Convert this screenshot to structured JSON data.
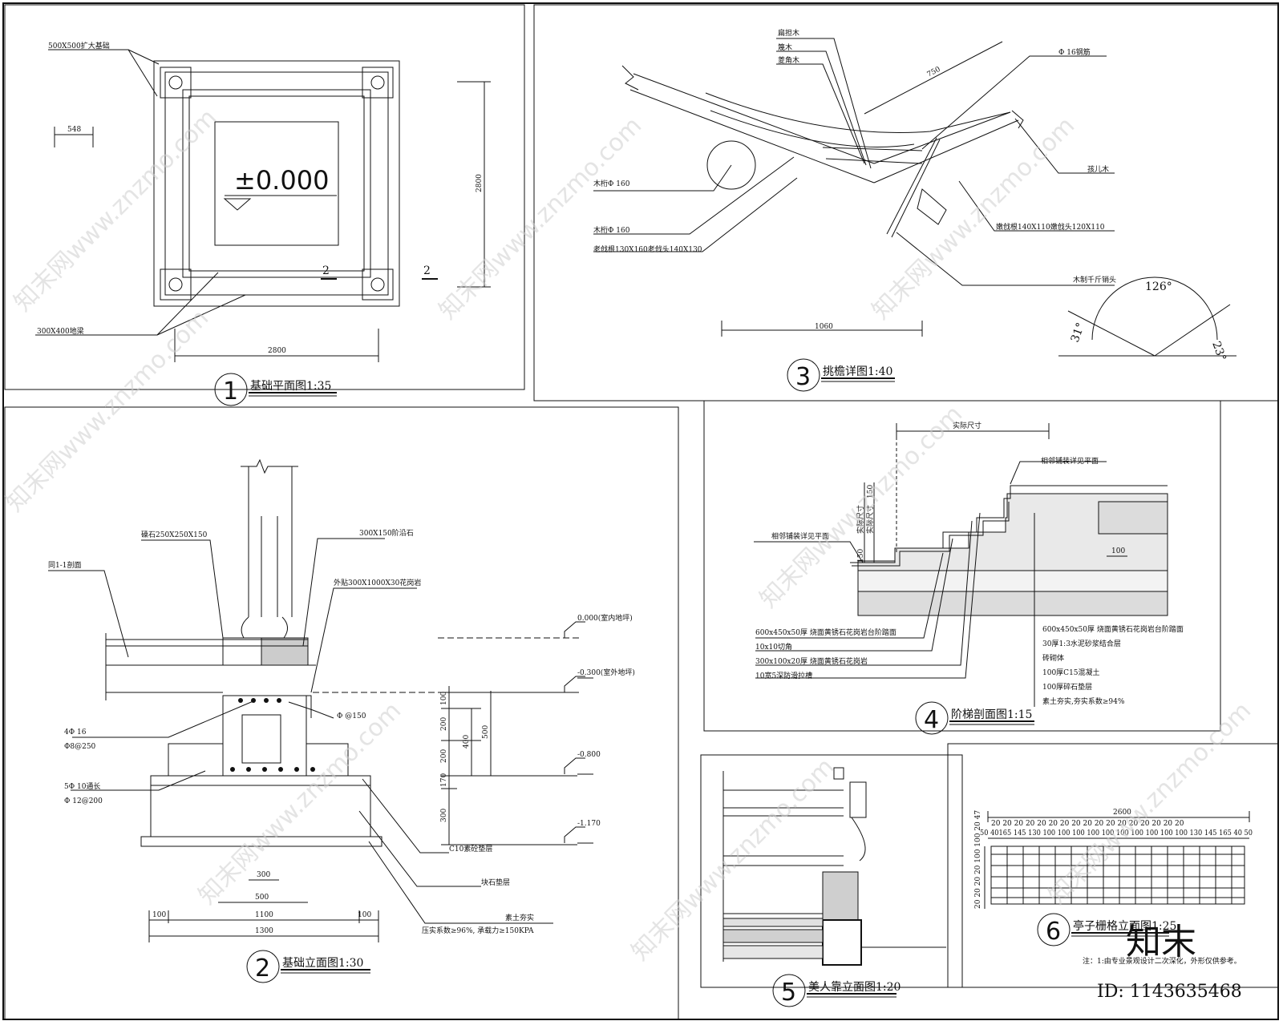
{
  "drawing": {
    "panels": [
      {
        "num": "1",
        "title": "基础平面图1:35"
      },
      {
        "num": "3",
        "title": "挑檐详图1:40"
      },
      {
        "num": "2",
        "title": "基础立面图1:30"
      },
      {
        "num": "4",
        "title": "阶梯剖面图1:15"
      },
      {
        "num": "5",
        "title": "美人靠立面图1:20"
      },
      {
        "num": "6",
        "title": "亭子栅格立面图1:25"
      }
    ],
    "p1": {
      "label_base": "500X500扩大基础",
      "label_beam": "300X400地梁",
      "dim_548": "548",
      "dim_width": "2800",
      "dim_height": "2800",
      "elevation": "±0.000",
      "sec_a": "2",
      "sec_b": "2"
    },
    "p3": {
      "labels": [
        "扁担木",
        "篾木",
        "菱角木",
        "Φ 16钢筋",
        "孩儿木",
        "木桁Φ 160",
        "木桁Φ 160",
        "老戗根130X160老戗头140X130",
        "嫩戗根140X110嫩戗头120X110",
        "木制千斤销头"
      ],
      "dim_750": "750",
      "dim_1060": "1060",
      "angle_126": "126°",
      "angle_31": "31°",
      "angle_23": "23°"
    },
    "p2": {
      "labels_left": [
        "同1-1剖面",
        "磉石250X250X150",
        "4Φ 16",
        "Φ8@250",
        "5Φ 10通长",
        "Φ 12@200"
      ],
      "labels_top": [
        "300X150阶沿石",
        "外贴300X1000X30花岗岩"
      ],
      "label_phi150": "Φ @150",
      "levels": [
        "0.000(室内地坪)",
        "-0.300(室外地坪)",
        "-0.800",
        "-1.170"
      ],
      "vdims": [
        "100",
        "200",
        "200",
        "170",
        "300",
        "400",
        "500"
      ],
      "hdims": [
        "300",
        "500",
        "100",
        "1100",
        "100",
        "1300"
      ],
      "labels_right": [
        "C10素砼垫层",
        "块石垫层",
        "素土夯实"
      ],
      "note": "压实系数≥96%, 承载力≥150KPA"
    },
    "p4": {
      "dim_top": "实际尺寸",
      "label_top_right": "相邻铺装详见平面",
      "label_left": "相邻铺装详见平面",
      "vdims": [
        "150",
        "实际尺寸",
        "实际尺寸",
        "150"
      ],
      "dim_100": "100",
      "legend_left": [
        "600x450x50厚 烧面黄锈石花岗岩台阶踏面",
        "10x10切角",
        "300x100x20厚 烧面黄锈石花岗岩",
        "10宽5深防滑拉槽"
      ],
      "legend_right": [
        "600x450x50厚 烧面黄锈石花岗岩台阶踏面",
        "30厚1:3水泥砂浆结合层",
        "砖砌体",
        "100厚C15混凝土",
        "100厚碎石垫层",
        "素土夯实,夯实系数≥94%"
      ]
    },
    "p6": {
      "dim_total": "2600",
      "dims_20": "20  20  20  20  20  20  20  20  20  20  20  20  20  20  20  20  20",
      "dims_row": "50 40165 145  130 100 100 100 100 100 100 100 100 100 100  130  145 165 40 50",
      "dims_left": "20 20 20 20 100 100 20 47",
      "note": "注：1:由专业景观设计二次深化，外形仅供参考。"
    },
    "watermark": {
      "text": "知末网www.znzmo.com",
      "logo": "知末",
      "id": "ID: 1143635468"
    }
  }
}
